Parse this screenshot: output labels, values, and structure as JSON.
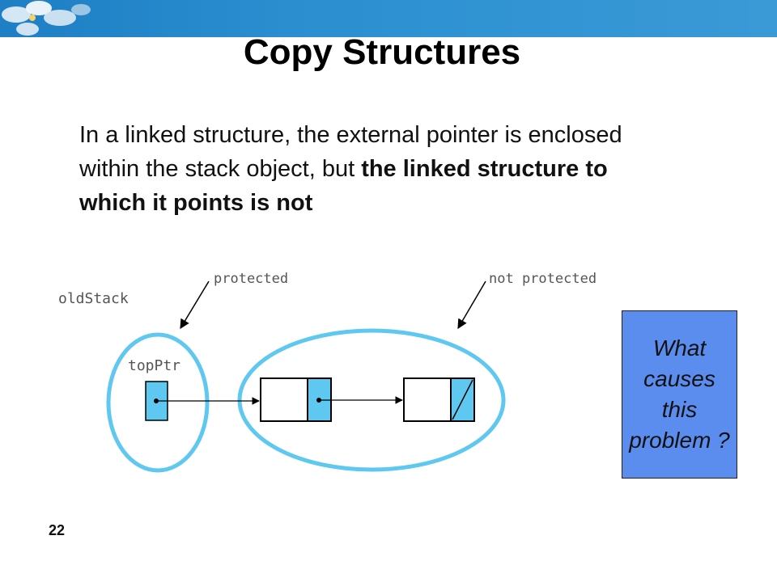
{
  "slide": {
    "title": "Copy Structures",
    "body_plain": "In a linked structure, the external pointer is enclosed within the stack object, but ",
    "body_bold": "the linked structure to which it points is not",
    "callout": "What causes this problem ?",
    "page_number": "22"
  },
  "diagram": {
    "object_label": "oldStack",
    "pointer_label": "topPtr",
    "protected_label": "protected",
    "not_protected_label": "not protected",
    "colors": {
      "highlight": "#5fc8f0",
      "outline": "#000000",
      "label": "#555555"
    }
  },
  "theme": {
    "band": "#2b8fd0",
    "callout_bg": "#5b8def"
  }
}
